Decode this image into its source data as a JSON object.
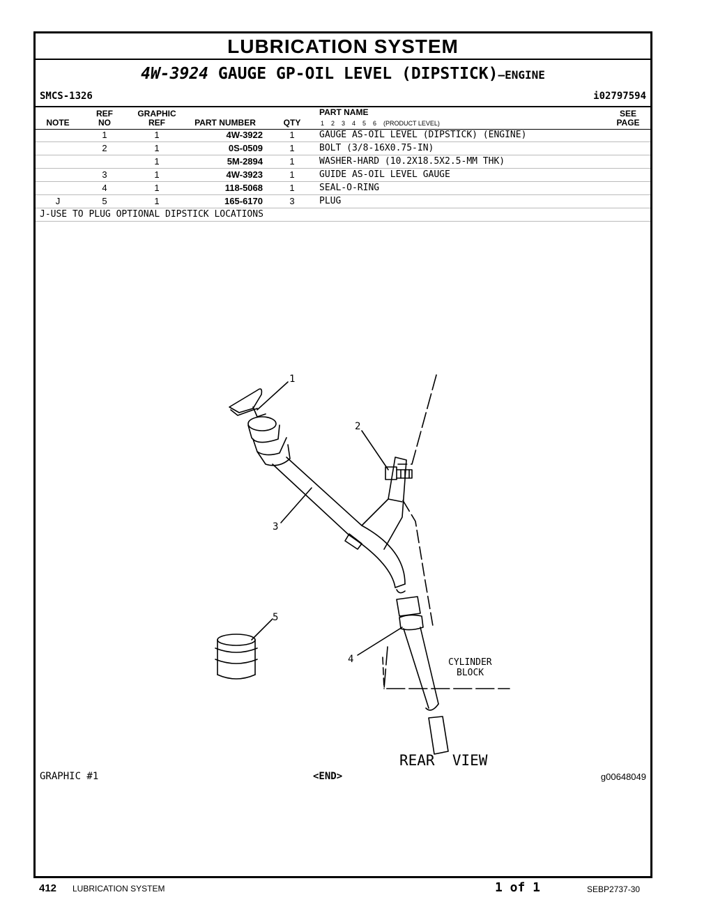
{
  "header": {
    "section_title": "LUBRICATION SYSTEM",
    "group_part_number": "4W-3924",
    "group_name": "GAUGE GP-OIL LEVEL (DIPSTICK)",
    "group_suffix": "—ENGINE",
    "smcs": "SMCS-1326",
    "info_id": "i02797594"
  },
  "columns": {
    "note": "NOTE",
    "ref_top": "REF",
    "ref_bottom": "NO",
    "graphic_top": "GRAPHIC",
    "graphic_bottom": "REF",
    "part_number": "PART NUMBER",
    "qty": "QTY",
    "part_name": "PART NAME",
    "product_levels": "1    2    3    4    5    6    (PRODUCT LEVEL)",
    "see_top": "SEE",
    "see_bottom": "PAGE"
  },
  "parts": [
    {
      "note": "",
      "ref": "1",
      "graphic": "1",
      "part_number": "4W-3922",
      "qty": "1",
      "name": "GAUGE AS-OIL LEVEL (DIPSTICK) (ENGINE)"
    },
    {
      "note": "",
      "ref": "2",
      "graphic": "1",
      "part_number": "0S-0509",
      "qty": "1",
      "name": "BOLT (3/8-16X0.75-IN)"
    },
    {
      "note": "",
      "ref": "",
      "graphic": "1",
      "part_number": "5M-2894",
      "qty": "1",
      "name": "WASHER-HARD (10.2X18.5X2.5-MM THK)"
    },
    {
      "note": "",
      "ref": "3",
      "graphic": "1",
      "part_number": "4W-3923",
      "qty": "1",
      "name": "GUIDE AS-OIL LEVEL GAUGE"
    },
    {
      "note": "",
      "ref": "4",
      "graphic": "1",
      "part_number": "118-5068",
      "qty": "1",
      "name": "SEAL-O-RING"
    },
    {
      "note": "J",
      "ref": "5",
      "graphic": "1",
      "part_number": "165-6170",
      "qty": "3",
      "name": "PLUG"
    }
  ],
  "footnote": "J-USE TO PLUG OPTIONAL DIPSTICK LOCATIONS",
  "illustration": {
    "callouts": [
      "1",
      "2",
      "3",
      "4",
      "5"
    ],
    "label_block_1": "CYLINDER",
    "label_block_2": "BLOCK",
    "view_label": "REAR  VIEW"
  },
  "graphic": {
    "label": "GRAPHIC #1",
    "end": "<END>",
    "id": "g00648049"
  },
  "footer": {
    "page_number": "412",
    "section": "LUBRICATION SYSTEM",
    "page_of": "1 of 1",
    "doc_number": "SEBP2737-30"
  }
}
